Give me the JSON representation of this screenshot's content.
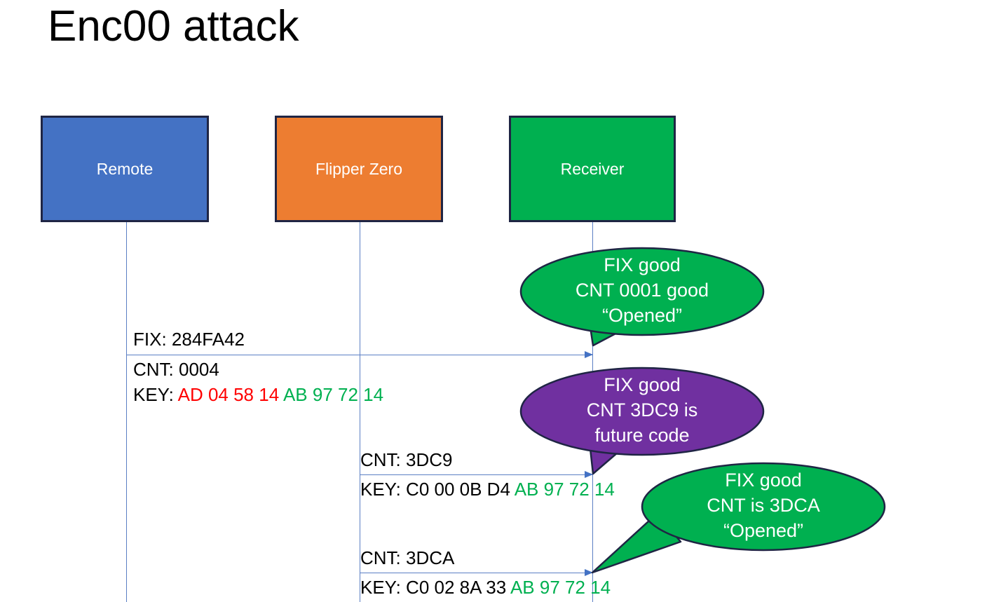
{
  "slide": {
    "title": "Enc00 attack",
    "background": "#ffffff"
  },
  "colors": {
    "remote": "#4472C4",
    "flipper": "#ED7D31",
    "receiver": "#00B050",
    "callout_good": "#00B050",
    "callout_future": "#7030A0",
    "box_border": "#1F2544",
    "lifeline": "#5B7FC4",
    "arrow": "#4472C4",
    "hex_red": "#FF0000",
    "hex_green": "#00B050",
    "text": "#000000"
  },
  "actors": [
    {
      "id": "remote",
      "label": "Remote",
      "color": "#4472C4"
    },
    {
      "id": "flipper",
      "label": "Flipper Zero",
      "color": "#ED7D31"
    },
    {
      "id": "receiver",
      "label": "Receiver",
      "color": "#00B050"
    }
  ],
  "messages": [
    {
      "id": "msg-1",
      "from": "remote",
      "to": "receiver",
      "line1": "FIX: 284FA42",
      "line2": "CNT: 0004",
      "key_label": "KEY: ",
      "key_first": "AD 04 58 14 ",
      "key_first_color": "red",
      "key_second": "AB 97 72 14",
      "key_second_color": "green"
    },
    {
      "id": "msg-2",
      "from": "flipper",
      "to": "receiver",
      "line1": "CNT: 3DC9",
      "key_label": "KEY: ",
      "key_first": "C0 00 0B D4 ",
      "key_first_color": "black",
      "key_second": "AB 97 72 14",
      "key_second_color": "green"
    },
    {
      "id": "msg-3",
      "from": "flipper",
      "to": "receiver",
      "line1": "CNT: 3DCA",
      "key_label": "KEY: ",
      "key_first": "C0 02 8A 33 ",
      "key_first_color": "black",
      "key_second": "AB 97 72 14",
      "key_second_color": "green"
    }
  ],
  "callouts": [
    {
      "id": "callout-1",
      "color": "#00B050",
      "lines": [
        "FIX good",
        "CNT 0001 good",
        "“Opened”"
      ]
    },
    {
      "id": "callout-2",
      "color": "#7030A0",
      "lines": [
        "FIX good",
        "CNT 3DC9 is",
        "future code"
      ]
    },
    {
      "id": "callout-3",
      "color": "#00B050",
      "lines": [
        "FIX good",
        "CNT is 3DCA",
        "“Opened”"
      ]
    }
  ]
}
